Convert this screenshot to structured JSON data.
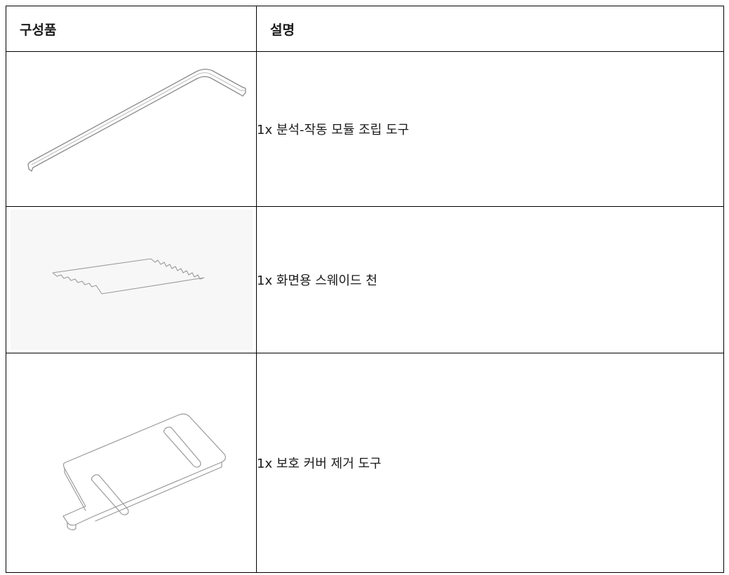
{
  "table": {
    "header": {
      "col_component": "구성품",
      "col_description": "설명"
    },
    "rows": [
      {
        "icon": "hex-key-icon",
        "description": "1x 분석-작동 모듈 조립 도구"
      },
      {
        "icon": "suede-cloth-icon",
        "description": "1x 화면용 스웨이드 천"
      },
      {
        "icon": "cover-removal-tool-icon",
        "description": "1x 보호 커버 제거 도구"
      }
    ]
  }
}
